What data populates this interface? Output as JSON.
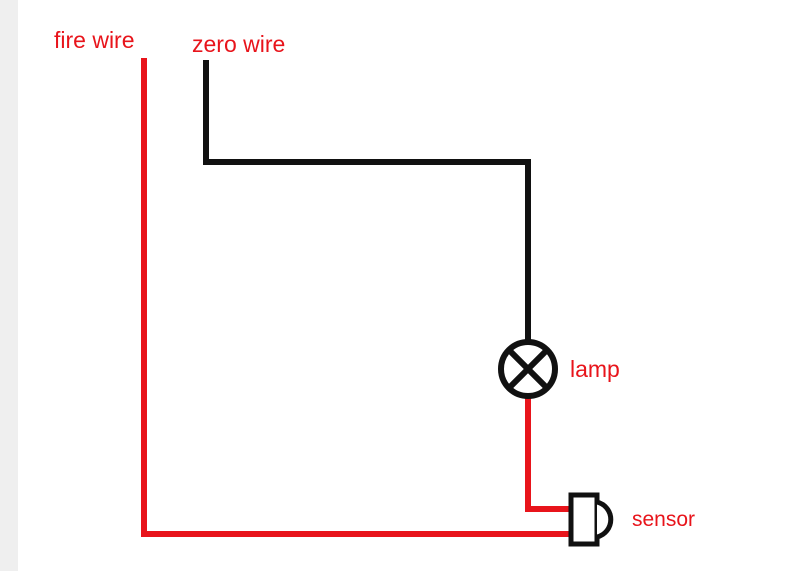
{
  "labels": {
    "fire_wire": "fire wire",
    "zero_wire": "zero wire",
    "lamp": "lamp",
    "sensor": "sensor"
  },
  "colors": {
    "fire_wire": "#e8141b",
    "zero_wire": "#111111",
    "label": "#e8141b",
    "background": "#ffffff",
    "left_strip": "#efefef"
  },
  "components": [
    "lamp-symbol",
    "sensor-symbol"
  ]
}
